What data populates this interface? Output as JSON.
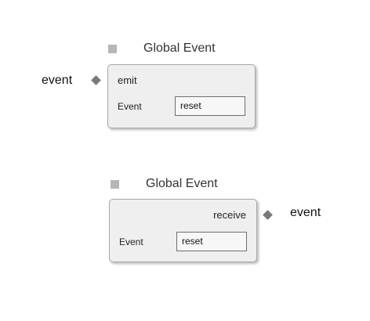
{
  "nodes": [
    {
      "title": "Global Event",
      "port_label": "emit",
      "field_label": "Event",
      "field_value": "reset",
      "external_label": "event"
    },
    {
      "title": "Global Event",
      "port_label": "receive",
      "field_label": "Event",
      "field_value": "reset",
      "external_label": "event"
    }
  ],
  "colors": {
    "node_fill": "#efefef",
    "node_border": "#a9a9a9",
    "port_diamond": "#7a7a7a",
    "header_square": "#b6b6b6"
  },
  "icons": [
    "node-type-square-icon",
    "port-diamond-icon"
  ]
}
